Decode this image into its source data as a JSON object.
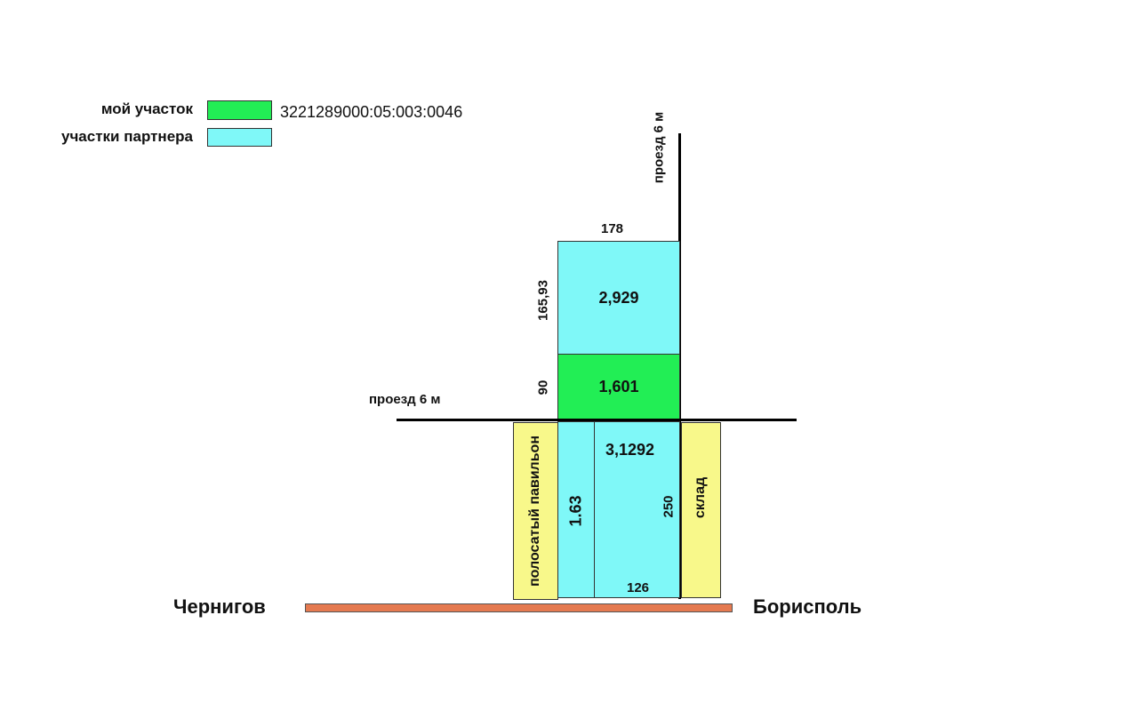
{
  "legend": {
    "mine_label": "мой участок",
    "mine_cadastral": "3221289000:05:003:0046",
    "partner_label": "участки партнера"
  },
  "colors": {
    "mine": "#22ee55",
    "partner": "#7ff8f8",
    "other": "#f8f88a",
    "highway": "#e57a50"
  },
  "plots": {
    "top": {
      "area": "2,929",
      "width": "178",
      "height": "165,93"
    },
    "mine": {
      "area": "1,601",
      "height": "90"
    },
    "lower_left": {
      "area": "1.63"
    },
    "lower_right": {
      "area": "3,1292",
      "height": "250",
      "width": "126"
    }
  },
  "neighbors": {
    "left": "полосатый павильон",
    "right": "склад"
  },
  "roads": {
    "horizontal": "проезд 6 м",
    "vertical": "проезд 6 м"
  },
  "highway": {
    "left_city": "Чернигов",
    "right_city": "Борисполь"
  }
}
